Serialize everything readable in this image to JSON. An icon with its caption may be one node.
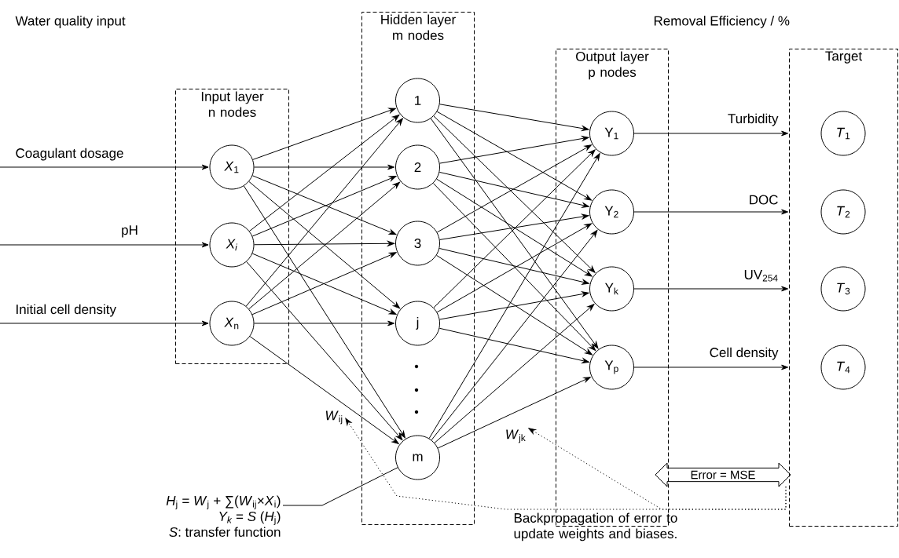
{
  "diagram": {
    "nodes": [
      {
        "text": [
          "Input layer n nodes"
        ]
      },
      {
        "text": [
          "*X*$_{1}$"
        ],
        "in": 0
      },
      {
        "text": [
          "*X$_{i}$*"
        ],
        "in": 0
      },
      {
        "text": [
          "*X*$_{n}$"
        ],
        "in": 0
      },
      {
        "text": [
          "Hidden layer m nodes"
        ]
      },
      {
        "text": [
          "1"
        ],
        "in": 4
      },
      {
        "text": [
          "2"
        ],
        "in": 4
      },
      {
        "text": [
          "3"
        ],
        "in": 4
      },
      {
        "text": [
          "j"
        ],
        "in": 4
      },
      {
        "text": [
          "m"
        ],
        "in": 4
      },
      {
        "text": [
          "Output layer p nodes"
        ]
      },
      {
        "text": [
          "Y$_{1}$"
        ],
        "in": 10
      },
      {
        "text": [
          "Y$_{2}$"
        ],
        "in": 10
      },
      {
        "text": [
          "Y$_{k}$"
        ],
        "in": 10
      },
      {
        "text": [
          "Y$_{p}$"
        ],
        "in": 10
      },
      {
        "text": [
          "Target"
        ]
      },
      {
        "text": [
          "*T*$_{1}$"
        ],
        "in": 15
      },
      {
        "text": [
          "*T*$_{2}$"
        ],
        "in": 15
      },
      {
        "text": [
          "*T*$_{3}$"
        ],
        "in": 15
      },
      {
        "text": [
          "*T*$_{4}$"
        ],
        "in": 15
      },
      {
        "text": [
          "Error = MSE"
        ]
      },
      {
        "text": [
          "*H*$_{j}$ = *W*$_{j}$ + ∑(*W*$_{ij}$×*X*$_{i}$)",
          "*Y$_{k}$* = *S* (*H*$_{j}$)",
          "*S*: transfer function"
        ]
      },
      {
        "text": [
          "*W*$_{ij}$"
        ]
      },
      {
        "text": [
          "*W*$_{jk}$"
        ]
      }
    ],
    "edges": [
      {
        "from": null,
        "to": 1,
        "arrow": "to",
        "label": "Coagulant dosage"
      },
      {
        "from": null,
        "to": 2,
        "arrow": "to",
        "label": "pH"
      },
      {
        "from": null,
        "to": 3,
        "arrow": "to",
        "label": "Initial cell density"
      },
      {
        "from": 1,
        "to": 5,
        "arrow": "to"
      },
      {
        "from": 1,
        "to": 6,
        "arrow": "to"
      },
      {
        "from": 1,
        "to": 7,
        "arrow": "to"
      },
      {
        "from": 1,
        "to": 8,
        "arrow": "to"
      },
      {
        "from": 1,
        "to": 9,
        "arrow": "to"
      },
      {
        "from": 2,
        "to": 5,
        "arrow": "to"
      },
      {
        "from": 2,
        "to": 6,
        "arrow": "to"
      },
      {
        "from": 2,
        "to": 7,
        "arrow": "to"
      },
      {
        "from": 2,
        "to": 8,
        "arrow": "to"
      },
      {
        "from": 2,
        "to": 9,
        "arrow": "to"
      },
      {
        "from": 3,
        "to": 5,
        "arrow": "to"
      },
      {
        "from": 3,
        "to": 6,
        "arrow": "to"
      },
      {
        "from": 3,
        "to": 7,
        "arrow": "to"
      },
      {
        "from": 3,
        "to": 8,
        "arrow": "to"
      },
      {
        "from": 3,
        "to": 9,
        "arrow": "to"
      },
      {
        "from": 5,
        "to": 11,
        "arrow": "to"
      },
      {
        "from": 5,
        "to": 12,
        "arrow": "to"
      },
      {
        "from": 5,
        "to": 13,
        "arrow": "to"
      },
      {
        "from": 5,
        "to": 14,
        "arrow": "to"
      },
      {
        "from": 6,
        "to": 11,
        "arrow": "to"
      },
      {
        "from": 6,
        "to": 12,
        "arrow": "to"
      },
      {
        "from": 6,
        "to": 13,
        "arrow": "to"
      },
      {
        "from": 6,
        "to": 14,
        "arrow": "to"
      },
      {
        "from": 7,
        "to": 11,
        "arrow": "to"
      },
      {
        "from": 7,
        "to": 12,
        "arrow": "to"
      },
      {
        "from": 7,
        "to": 13,
        "arrow": "to"
      },
      {
        "from": 7,
        "to": 14,
        "arrow": "to"
      },
      {
        "from": 8,
        "to": 11,
        "arrow": "to"
      },
      {
        "from": 8,
        "to": 12,
        "arrow": "to"
      },
      {
        "from": 8,
        "to": 13,
        "arrow": "to"
      },
      {
        "from": 8,
        "to": 14,
        "arrow": "to"
      },
      {
        "from": 9,
        "to": 11,
        "arrow": "to"
      },
      {
        "from": 9,
        "to": 12,
        "arrow": "to"
      },
      {
        "from": 9,
        "to": 13,
        "arrow": "to"
      },
      {
        "from": 9,
        "to": 14,
        "arrow": "to"
      },
      {
        "from": 11,
        "to": 15,
        "arrow": "to",
        "label": "Turbidity"
      },
      {
        "from": 12,
        "to": 15,
        "arrow": "to",
        "label": "DOC"
      },
      {
        "from": 13,
        "to": 15,
        "arrow": "to",
        "label": "UV$_{254}$"
      },
      {
        "from": 14,
        "to": 15,
        "arrow": "to",
        "label": "Cell density"
      },
      {
        "from": 21,
        "to": 9,
        "arrow": "none"
      },
      {
        "from": 20,
        "to": 22,
        "arrow": "to",
        "style": "dashed"
      },
      {
        "from": 20,
        "to": 23,
        "arrow": "to",
        "style": "dashed"
      }
    ],
    "labels": [
      "Water quality input",
      "Removal Efficiency / %",
      "Backpropagation of error to update weights and biases."
    ]
  }
}
